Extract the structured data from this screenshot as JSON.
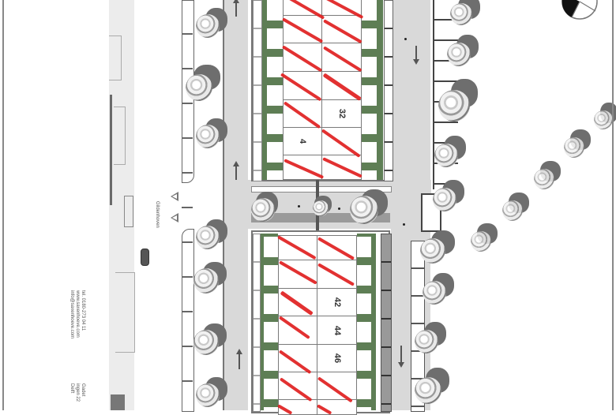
{
  "drawing": {
    "type": "site plan",
    "orientation": "rotated 90deg",
    "colors": {
      "sold_marker": "#e02020",
      "garden": "#5e7e55",
      "road": "#d9d9d9",
      "tree_shade": "#6e6e6e"
    }
  },
  "upper_block": {
    "lots_visible_numbers": [
      {
        "id": "u-r5c1",
        "label": ""
      },
      {
        "id": "u-r5c2",
        "label": "32"
      },
      {
        "id": "u-r6c1",
        "label": "4"
      },
      {
        "id": "u-r6c2",
        "label": ""
      }
    ]
  },
  "lower_block": {
    "lots_visible_numbers": [
      {
        "id": "l-r3c2",
        "label": "42"
      },
      {
        "id": "l-r4c2",
        "label": "44"
      },
      {
        "id": "l-r5c2",
        "label": "46"
      }
    ]
  },
  "left_margin": {
    "contact_text_lines": [
      "tel. 0180-273 04 11",
      "www.saxenhoeve.com",
      "info@saxenhoeve.com"
    ],
    "address_lines": [
      "Gadet",
      "ingen 22",
      "Delft"
    ],
    "street_label": "Gildenhoven"
  },
  "north_arrow": {
    "label": "north-arrow"
  }
}
